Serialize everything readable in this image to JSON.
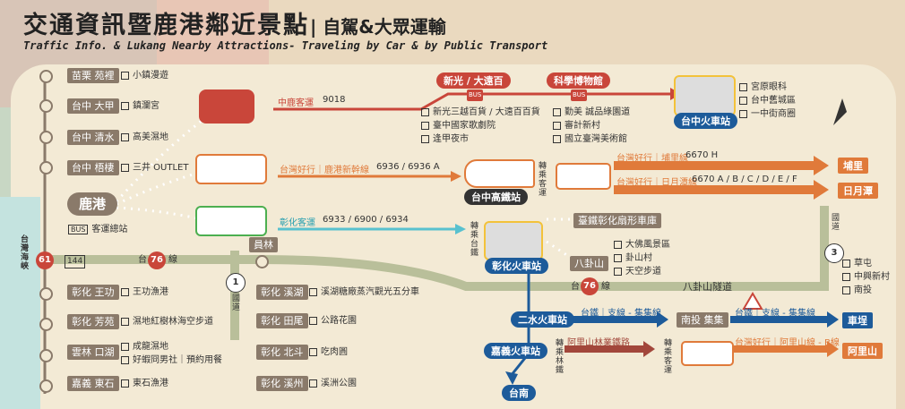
{
  "title": {
    "main": "交通資訊暨鹿港鄰近景點",
    "sub": "| 自駕&大眾運輸",
    "english": "Traffic Info. & Lukang Nearby Attractions- Traveling by Car & by Public Transport"
  },
  "left_stops": [
    {
      "name": "苗栗 苑裡",
      "note": "小鎮漫遊"
    },
    {
      "name": "台中 大甲",
      "note": "鎮瀾宮"
    },
    {
      "name": "台中 清水",
      "note": "高美濕地"
    },
    {
      "name": "台中 梧棲",
      "note": "三井 OUTLET"
    },
    {
      "name": "彰化 王功",
      "note": "王功漁港"
    },
    {
      "name": "彰化 芳苑",
      "note": "濕地紅樹林海空步道"
    },
    {
      "name": "雲林 口湖",
      "note1": "成龍濕地",
      "note2": "好蝦冏男社｜預約用餐"
    },
    {
      "name": "嘉義 東石",
      "note": "東石漁港"
    }
  ],
  "lukang": {
    "name": "鹿港",
    "bus_label": "BUS",
    "bus_note": "客運總站"
  },
  "sea_label": "台灣海峽",
  "routes": {
    "r1": {
      "name": "中鹿客運",
      "code": "9018"
    },
    "r2": {
      "name": "台灣好行｜鹿港新幹線",
      "code": "6936 / 6936 A"
    },
    "r3": {
      "name": "彰化客運",
      "code": "6933 / 6900 / 6934"
    },
    "r4": {
      "name": "台灣好行｜埔里線",
      "code": "6670 H"
    },
    "r5": {
      "name": "台灣好行｜日月潭線",
      "code": "6670 A / B / C / D / E / F"
    },
    "r6": {
      "name": "台鐵｜支線 - 集集線"
    },
    "r7": {
      "name": "台鐵｜支線 - 集集線"
    },
    "r8": {
      "name": "阿里山林業鐵路"
    },
    "r9": {
      "name": "台灣好行｜阿里山線 - B線"
    }
  },
  "stops": {
    "xinguang": "新光 / 大遠百",
    "museum": "科學博物館",
    "taichung_station": "台中火車站",
    "hsr": "台中高鐵站",
    "changhua_station": "彰化火車站",
    "ershui": "二水火車站",
    "chiayi": "嘉義火車站",
    "tainan": "台南",
    "fan_shed": "臺鐵彰化扇形車庫",
    "bagua": "八卦山",
    "yuanlin": "員林",
    "nantou": "南投 集集"
  },
  "xinguang_notes": [
    "新光三越百貨 / 大遠百百貨",
    "臺中國家歌劇院",
    "逢甲夜市"
  ],
  "museum_notes": [
    "勤美 誠品綠園道",
    "審計新村",
    "國立臺灣美術館"
  ],
  "taichung_notes": [
    "宮原眼科",
    "台中舊城區",
    "一中街商圈"
  ],
  "bagua_notes": [
    "大佛風景區",
    "卦山村",
    "天空步道"
  ],
  "destinations": {
    "puli": "埔里",
    "sun_moon": "日月潭",
    "chegeng": "車埕",
    "alishan": "阿里山"
  },
  "route_mid": [
    "彰化 溪湖",
    "彰化 田尾",
    "彰化 北斗",
    "彰化 溪州"
  ],
  "route_mid_notes": [
    "溪湖糖廠蒸汽觀光五分車",
    "公路花園",
    "吃肉圓",
    "溪洲公園"
  ],
  "nantou_notes": [
    "草屯",
    "中興新村",
    "南投"
  ],
  "highway": {
    "h144": "144",
    "h76": "76",
    "h61": "61",
    "h1": "1",
    "h3": "3",
    "label_76a": "台",
    "label_76b": "線",
    "tunnel": "八卦山隧道",
    "guodao1": "國道",
    "guodao3": "國道"
  },
  "transfer": {
    "t1": "轉乘台鐵",
    "t2": "轉乘客運",
    "t3": "轉乘林鐵",
    "t4": "轉乘客運"
  },
  "bus_label": "BUS"
}
